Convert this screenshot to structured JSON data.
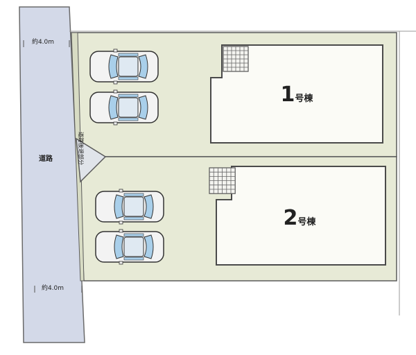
{
  "road": {
    "label": "道路",
    "width_top": "約4.0m",
    "width_bottom": "約4.0m"
  },
  "private_road_label": "道路後退部分",
  "buildings": [
    {
      "number": "1",
      "suffix": "号棟"
    },
    {
      "number": "2",
      "suffix": "号棟"
    }
  ],
  "parking": {
    "cars_per_lot": 2
  },
  "colors": {
    "road": "#d3d9e8",
    "lot": "#e7ead6",
    "building": "#fbfbf6",
    "outline": "#5a5a5a",
    "car_glass": "#a9cfea"
  }
}
